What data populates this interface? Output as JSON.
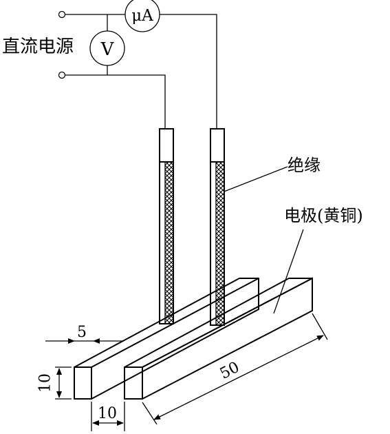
{
  "labels": {
    "power_supply": "直流电源",
    "voltmeter": "V",
    "ammeter": "μA",
    "insulation": "绝缘",
    "electrode": "电极(黄铜)"
  },
  "dimensions": {
    "gap": "5",
    "height": "10",
    "width": "10",
    "length": "50"
  }
}
